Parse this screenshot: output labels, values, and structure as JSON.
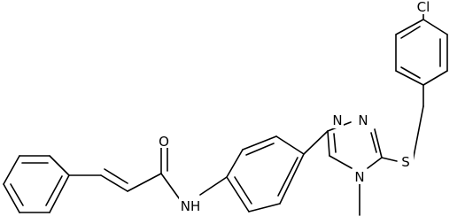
{
  "structure": {
    "atoms": {
      "cl": "Cl",
      "s": "S",
      "o": "O",
      "nh": "NH",
      "n_top_left": "N",
      "n_top_right": "N",
      "n_methyl": "N"
    },
    "colors": {
      "bond": "#000000",
      "label": "#000000",
      "background": "#ffffff"
    }
  }
}
